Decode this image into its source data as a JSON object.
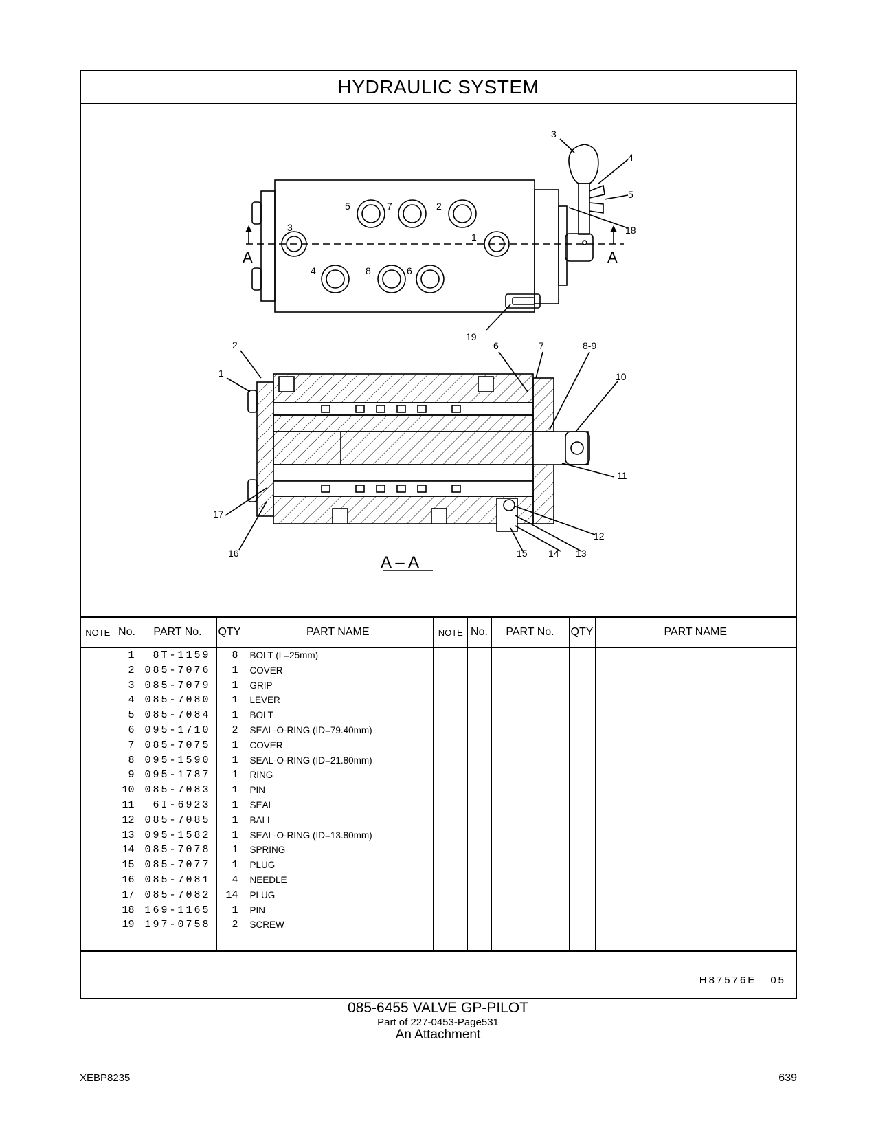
{
  "title": "HYDRAULIC  SYSTEM",
  "drawing": {
    "top_view_labels": [
      "3",
      "4",
      "5",
      "18",
      "5",
      "7",
      "2",
      "3",
      "1",
      "4",
      "8",
      "6",
      "19",
      "A",
      "A"
    ],
    "section_labels": [
      "2",
      "1",
      "6",
      "7",
      "8-9",
      "10",
      "11",
      "12",
      "13",
      "14",
      "15",
      "16",
      "17"
    ],
    "section_title": "A – A"
  },
  "table": {
    "headers": [
      "NOTE",
      "No.",
      "PART No.",
      "QTY",
      "PART NAME",
      "NOTE",
      "No.",
      "PART No.",
      "QTY",
      "PART NAME"
    ],
    "rows": [
      {
        "no": "1",
        "part": "8T-1159",
        "qty": "8",
        "name": "BOLT (L=25mm)"
      },
      {
        "no": "2",
        "part": "085-7076",
        "qty": "1",
        "name": "COVER"
      },
      {
        "no": "3",
        "part": "085-7079",
        "qty": "1",
        "name": "GRIP"
      },
      {
        "no": "4",
        "part": "085-7080",
        "qty": "1",
        "name": "LEVER"
      },
      {
        "no": "5",
        "part": "085-7084",
        "qty": "1",
        "name": "BOLT"
      },
      {
        "no": "6",
        "part": "095-1710",
        "qty": "2",
        "name": "SEAL-O-RING (ID=79.40mm)"
      },
      {
        "no": "7",
        "part": "085-7075",
        "qty": "1",
        "name": "COVER"
      },
      {
        "no": "8",
        "part": "095-1590",
        "qty": "1",
        "name": "SEAL-O-RING (ID=21.80mm)"
      },
      {
        "no": "9",
        "part": "095-1787",
        "qty": "1",
        "name": "RING"
      },
      {
        "no": "10",
        "part": "085-7083",
        "qty": "1",
        "name": "PIN"
      },
      {
        "no": "11",
        "part": "6I-6923",
        "qty": "1",
        "name": "SEAL"
      },
      {
        "no": "12",
        "part": "085-7085",
        "qty": "1",
        "name": "BALL"
      },
      {
        "no": "13",
        "part": "095-1582",
        "qty": "1",
        "name": "SEAL-O-RING (ID=13.80mm)"
      },
      {
        "no": "14",
        "part": "085-7078",
        "qty": "1",
        "name": "SPRING"
      },
      {
        "no": "15",
        "part": "085-7077",
        "qty": "1",
        "name": "PLUG"
      },
      {
        "no": "16",
        "part": "085-7081",
        "qty": "4",
        "name": "NEEDLE"
      },
      {
        "no": "17",
        "part": "085-7082",
        "qty": "14",
        "name": "PLUG"
      },
      {
        "no": "18",
        "part": "169-1165",
        "qty": "1",
        "name": "PIN"
      },
      {
        "no": "19",
        "part": "197-0758",
        "qty": "2",
        "name": "SCREW"
      }
    ]
  },
  "reference": {
    "code": "H87576E",
    "rev": "05"
  },
  "caption": {
    "line1": "085-6455  VALVE  GP-PILOT",
    "line2": "Part of 227-0453-Page531",
    "line3": "An Attachment"
  },
  "footer": {
    "left": "XEBP8235",
    "right": "639"
  }
}
